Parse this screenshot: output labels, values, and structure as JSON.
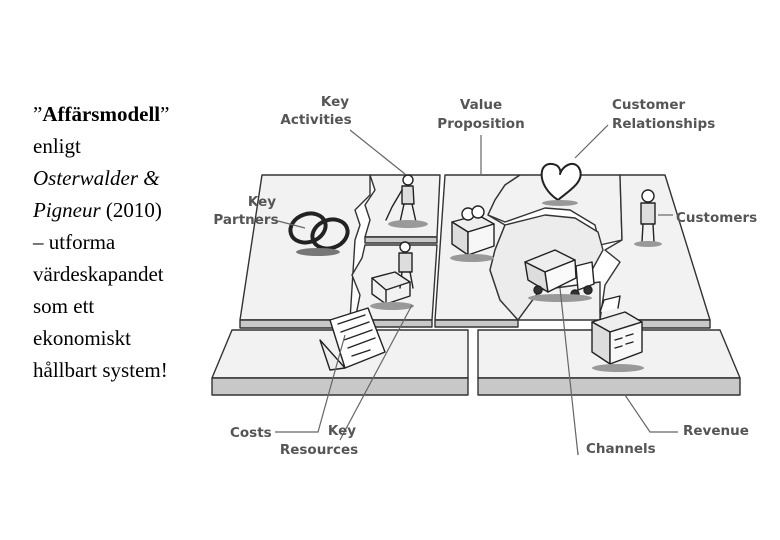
{
  "caption": {
    "quote_open": "”",
    "title": "Affärsmodell",
    "quote_close": "”",
    "line2": "enligt",
    "authors": "Osterwalder & Pigneur",
    "year": "(2010)",
    "line_dash": "– utforma",
    "line5": "värdeskapandet",
    "line6": "som ett",
    "line7": "ekonomiskt",
    "line8": "hållbart system!"
  },
  "canvas_labels": {
    "key_activities": [
      "Key",
      "Activities"
    ],
    "value_proposition": [
      "Value",
      "Proposition"
    ],
    "customer_relationships": [
      "Customer",
      "Relationships"
    ],
    "key_partners": [
      "Key",
      "Partners"
    ],
    "customers": [
      "Customers"
    ],
    "costs": [
      "Costs"
    ],
    "key_resources": [
      "Key",
      "Resources"
    ],
    "channels": [
      "Channels"
    ],
    "revenue": [
      "Revenue"
    ]
  },
  "colors": {
    "label_text": "#555555",
    "board_top": "#f2f2f2",
    "board_side": "#c8c8c8",
    "line": "#333333"
  }
}
